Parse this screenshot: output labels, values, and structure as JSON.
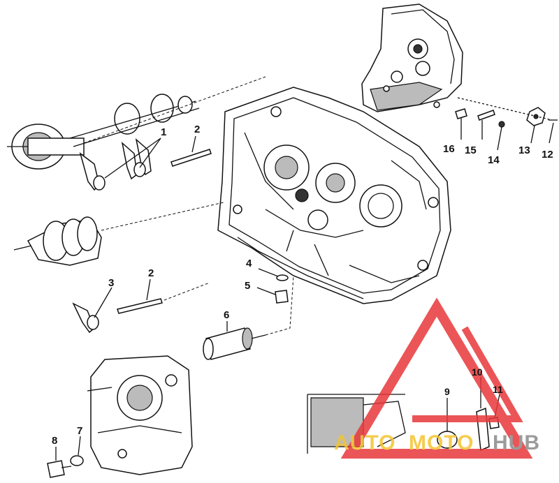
{
  "labels": {
    "n1": "1",
    "n2a": "2",
    "n2b": "2",
    "n3": "3",
    "n4": "4",
    "n5": "5",
    "n6": "6",
    "n7": "7",
    "n8": "8",
    "n9": "9",
    "n10": "10",
    "n11": "11",
    "n12": "12",
    "n13": "13",
    "n14": "14",
    "n15": "15",
    "n16": "16"
  },
  "watermark": {
    "part1": "AUTO",
    "part2": "MOTO",
    "part3": "HUB",
    "color_red": "#e8383a",
    "color_yellow": "#f4c430",
    "color_grey": "#8a8a8a"
  }
}
